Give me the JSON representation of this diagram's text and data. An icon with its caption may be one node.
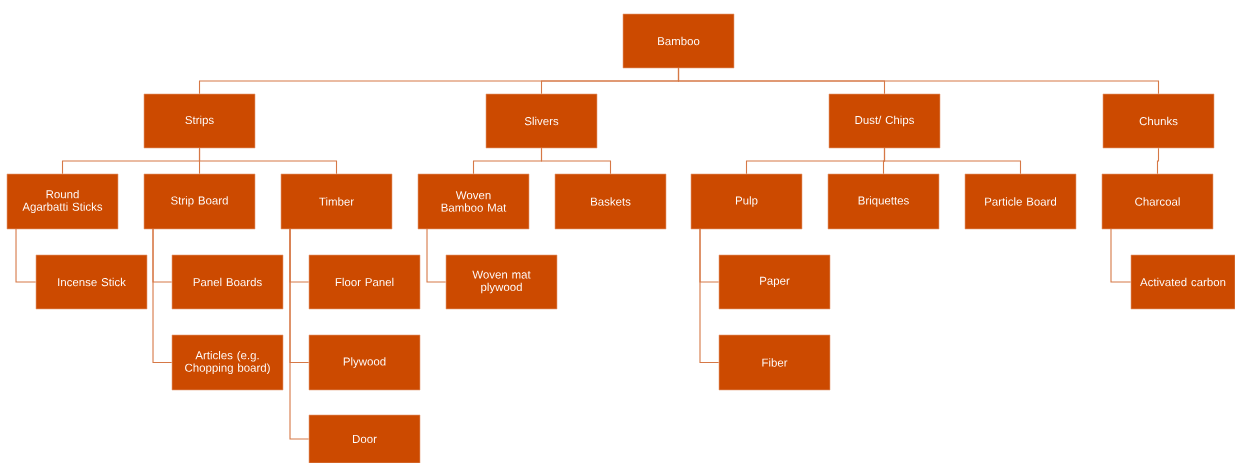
{
  "diagram": {
    "nodes": [
      {
        "text": [
          "Bamboo"
        ]
      },
      {
        "text": [
          "Strips"
        ]
      },
      {
        "text": [
          "Slivers"
        ]
      },
      {
        "text": [
          "Dust/ Chips"
        ]
      },
      {
        "text": [
          "Chunks"
        ]
      },
      {
        "text": [
          "Round Agarbatti Sticks"
        ]
      },
      {
        "text": [
          "Strip Board"
        ]
      },
      {
        "text": [
          "Timber"
        ]
      },
      {
        "text": [
          "Woven Bamboo Mat"
        ]
      },
      {
        "text": [
          "Baskets"
        ]
      },
      {
        "text": [
          "Pulp"
        ]
      },
      {
        "text": [
          "Briquettes"
        ]
      },
      {
        "text": [
          "Particle Board"
        ]
      },
      {
        "text": [
          "Charcoal"
        ]
      },
      {
        "text": [
          "Incense Stick"
        ]
      },
      {
        "text": [
          "Panel Boards"
        ]
      },
      {
        "text": [
          "Articles (e.g. Chopping board)"
        ]
      },
      {
        "text": [
          "Floor Panel"
        ]
      },
      {
        "text": [
          "Plywood"
        ]
      },
      {
        "text": [
          "Door"
        ]
      },
      {
        "text": [
          "Woven mat plywood"
        ]
      },
      {
        "text": [
          "Paper"
        ]
      },
      {
        "text": [
          "Fiber"
        ]
      },
      {
        "text": [
          "Activated carbon"
        ]
      }
    ],
    "edges": [
      {
        "from": 0,
        "to": 1,
        "arrow": "none"
      },
      {
        "from": 0,
        "to": 2,
        "arrow": "none"
      },
      {
        "from": 0,
        "to": 3,
        "arrow": "none"
      },
      {
        "from": 0,
        "to": 4,
        "arrow": "none"
      },
      {
        "from": 1,
        "to": 5,
        "arrow": "none"
      },
      {
        "from": 1,
        "to": 6,
        "arrow": "none"
      },
      {
        "from": 1,
        "to": 7,
        "arrow": "none"
      },
      {
        "from": 2,
        "to": 8,
        "arrow": "none"
      },
      {
        "from": 2,
        "to": 9,
        "arrow": "none"
      },
      {
        "from": 3,
        "to": 10,
        "arrow": "none"
      },
      {
        "from": 3,
        "to": 11,
        "arrow": "none"
      },
      {
        "from": 3,
        "to": 12,
        "arrow": "none"
      },
      {
        "from": 4,
        "to": 13,
        "arrow": "none"
      },
      {
        "from": 5,
        "to": 14,
        "arrow": "none"
      },
      {
        "from": 6,
        "to": 15,
        "arrow": "none"
      },
      {
        "from": 6,
        "to": 16,
        "arrow": "none"
      },
      {
        "from": 7,
        "to": 17,
        "arrow": "none"
      },
      {
        "from": 7,
        "to": 18,
        "arrow": "none"
      },
      {
        "from": 7,
        "to": 19,
        "arrow": "none"
      },
      {
        "from": 8,
        "to": 20,
        "arrow": "none"
      },
      {
        "from": 10,
        "to": 21,
        "arrow": "none"
      },
      {
        "from": 10,
        "to": 22,
        "arrow": "none"
      },
      {
        "from": 13,
        "to": 23,
        "arrow": "none"
      }
    ]
  }
}
